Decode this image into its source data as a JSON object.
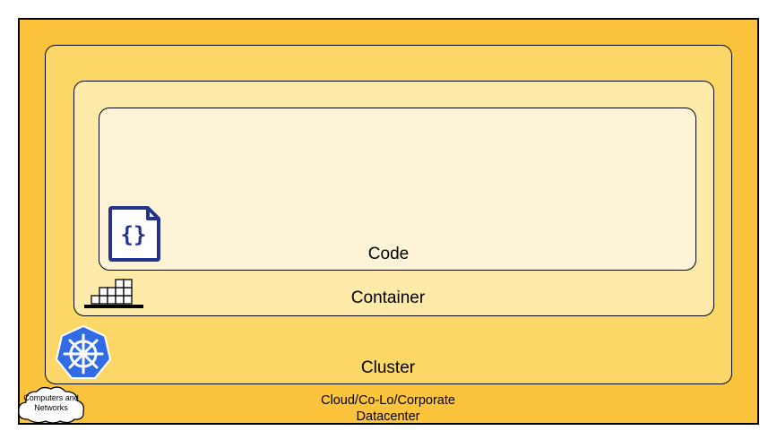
{
  "layers": {
    "cloud": {
      "label": "Cloud/Co-Lo/Corporate\nDatacenter",
      "color": "#fcc43d"
    },
    "cluster": {
      "label": "Cluster",
      "color": "#fdd768"
    },
    "container": {
      "label": "Container",
      "color": "#feeaa9"
    },
    "code": {
      "label": "Code",
      "color": "#fdf3d6"
    }
  },
  "cloud_shape": {
    "label": "Computers and Networks"
  },
  "icons": {
    "code": "code-file-icon",
    "container": "container-stack-icon",
    "cluster": "kubernetes-icon",
    "cloud": "cloud-icon"
  },
  "colors": {
    "code_icon": "#24348c",
    "kubernetes": "#326ce5",
    "outline": "#000000"
  }
}
